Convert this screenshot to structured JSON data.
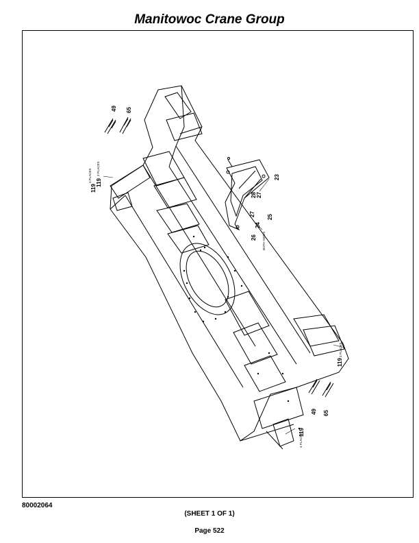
{
  "header": {
    "title": "Manitowoc Crane Group"
  },
  "drawing": {
    "callouts": {
      "c49_top": "49",
      "c65_top": "65",
      "c119_left": "119",
      "places3_left": "3 PLACES",
      "c119_left2": "119",
      "places4_left": "4 PLACES",
      "c23": "23",
      "c28": "28",
      "c27a": "27",
      "c27b": "27",
      "c24": "24",
      "c25": "25",
      "c26": "26",
      "both_sides": "BOTH SIDES",
      "c119_right": "119",
      "places3_right": "3 PLACES",
      "c49_bottom": "49",
      "c65_bottom": "65",
      "c119_bottom": "119",
      "places4_bottom": "4 PLACES"
    }
  },
  "footer": {
    "drawing_number": "80002064",
    "sheet": "(SHEET 1 OF 1)",
    "page": "Page 522"
  }
}
